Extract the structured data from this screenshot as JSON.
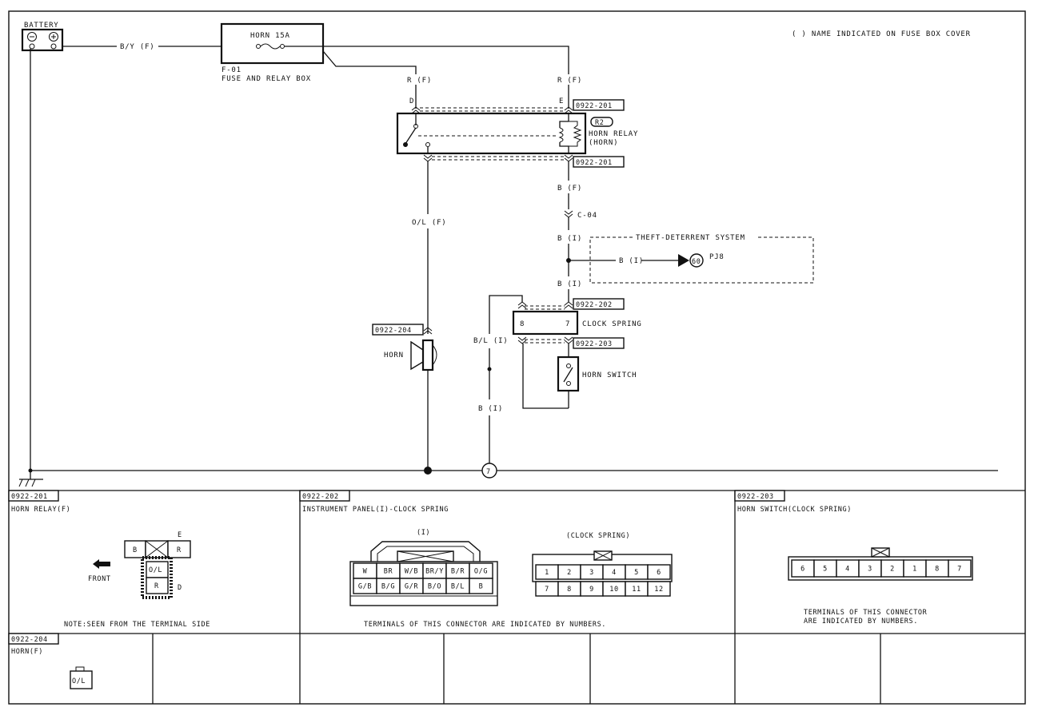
{
  "header": {
    "note": "( ) NAME INDICATED ON FUSE BOX COVER"
  },
  "battery": {
    "label": "BATTERY",
    "minus": "⊖",
    "plus": "⊕"
  },
  "fuse": {
    "name": "HORN 15A",
    "box_code": "F-01",
    "box_name": "FUSE AND RELAY BOX"
  },
  "wires": {
    "battery_to_fuse": "B/Y (F)",
    "fuse_out_d": "R (F)",
    "fuse_out_e": "R (F)",
    "relay_out_horn": "O/L (F)",
    "relay_out_switch": "B (F)",
    "after_c04_top": "B (I)",
    "after_c04_bottom": "B (I)",
    "theft_branch": "B (I)",
    "clock_spring_8": "B/L (I)",
    "ground_lower": "B (I)"
  },
  "relay": {
    "code": "R2",
    "name_line1": "HORN RELAY",
    "name_line2": "(HORN)",
    "pin_d": "D",
    "pin_e": "E",
    "conn_top": "0922-201",
    "conn_bottom": "0922-201"
  },
  "connector_c04": "C-04",
  "theft": {
    "title": "THEFT-DETERRENT SYSTEM",
    "ref": "60",
    "page": "PJ8"
  },
  "clock_spring": {
    "name": "CLOCK SPRING",
    "conn_top": "0922-202",
    "conn_bottom": "0922-203",
    "pin_left": "8",
    "pin_right": "7"
  },
  "horn": {
    "name": "HORN",
    "conn": "0922-204"
  },
  "horn_switch": {
    "name": "HORN SWITCH"
  },
  "ground_ref": "7",
  "panels": {
    "p201": {
      "code": "0922-201",
      "title": "HORN RELAY(F)",
      "front": "FRONT",
      "note": "NOTE:SEEN FROM THE TERMINAL SIDE",
      "pins": {
        "b": "B",
        "r": "R",
        "ol": "O/L",
        "r2": "R",
        "e": "E",
        "d": "D"
      }
    },
    "p202": {
      "code": "0922-202",
      "title": "INSTRUMENT PANEL(I)-CLOCK SPRING",
      "sub_left": "(I)",
      "sub_right": "(CLOCK SPRING)",
      "left_row1": [
        "W",
        "BR",
        "W/B",
        "BR/Y",
        "B/R",
        "O/G"
      ],
      "left_row2": [
        "G/B",
        "B/G",
        "G/R",
        "B/O",
        "B/L",
        "B"
      ],
      "right_row1": [
        "1",
        "2",
        "3",
        "4",
        "5",
        "6"
      ],
      "right_row2": [
        "7",
        "8",
        "9",
        "10",
        "11",
        "12"
      ],
      "note": "TERMINALS OF THIS CONNECTOR ARE INDICATED BY NUMBERS."
    },
    "p203": {
      "code": "0922-203",
      "title": "HORN SWITCH(CLOCK SPRING)",
      "row": [
        "6",
        "5",
        "4",
        "3",
        "2",
        "1",
        "8",
        "7"
      ],
      "note1": "TERMINALS OF THIS CONNECTOR",
      "note2": "ARE INDICATED BY NUMBERS."
    },
    "p204": {
      "code": "0922-204",
      "title": "HORN(F)",
      "pin": "O/L"
    }
  }
}
